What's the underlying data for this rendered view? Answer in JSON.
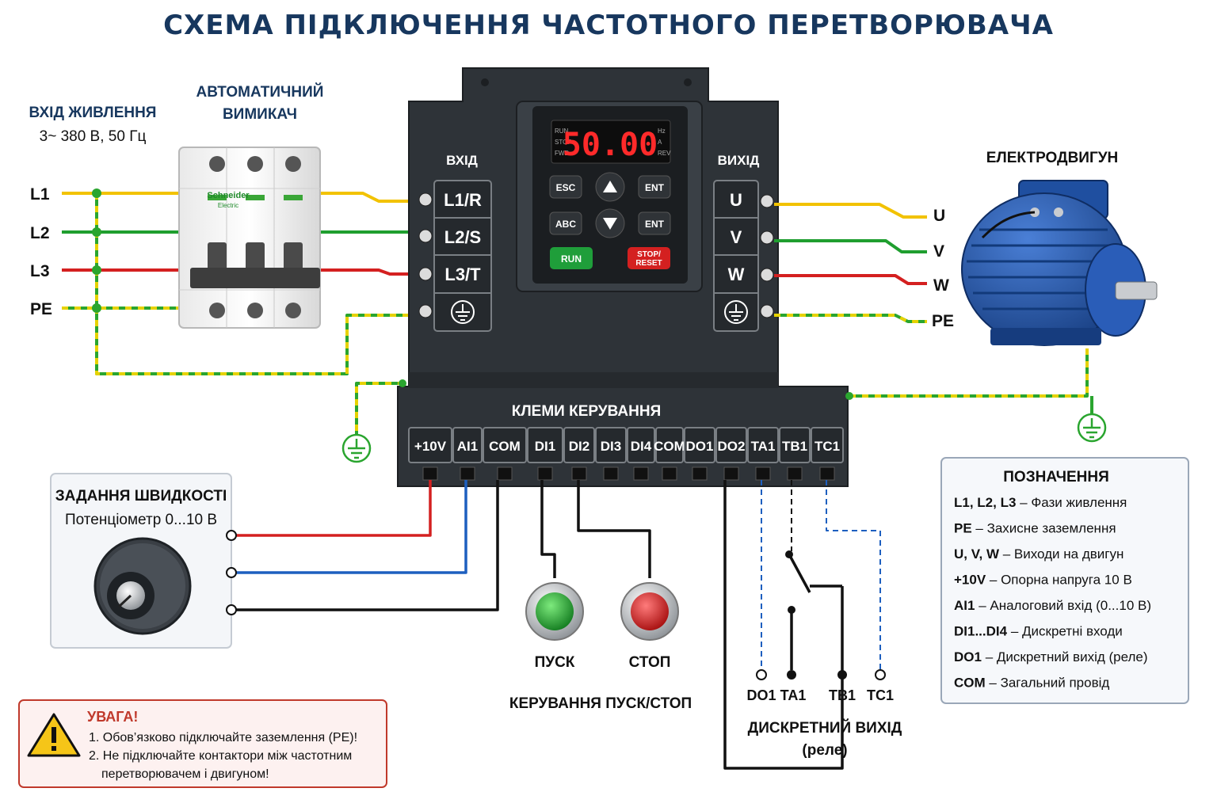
{
  "title": "СХЕМА ПІДКЛЮЧЕННЯ ЧАСТОТНОГО ПЕРЕТВОРЮВАЧА",
  "power_input": {
    "heading": "ВХІД ЖИВЛЕННЯ",
    "spec": "3~ 380 В, 50 Гц",
    "lines": [
      "L1",
      "L2",
      "L3",
      "PE"
    ]
  },
  "breaker": {
    "heading_line1": "АВТОМАТИЧНИЙ",
    "heading_line2": "ВИМИКАЧ",
    "brand_line1": "Schneider",
    "brand_line2": "Electric"
  },
  "vfd": {
    "input_label": "ВХІД",
    "output_label": "ВИХІД",
    "input_terminals": [
      "L1/R",
      "L2/S",
      "L3/T"
    ],
    "output_terminals": [
      "U",
      "V",
      "W"
    ],
    "display_value": "50.00",
    "indicators_left": [
      "RUN",
      "STOP",
      "FWD"
    ],
    "indicators_right": [
      "Hz",
      "A",
      "REV"
    ],
    "keys": {
      "esc": "ESC",
      "ent_top": "ENT",
      "abc": "ABC",
      "ent_bottom": "ENT",
      "run": "RUN",
      "stop_line1": "STOP/",
      "stop_line2": "RESET"
    },
    "control_block_title": "КЛЕМИ КЕРУВАННЯ",
    "control_terminals": [
      "+10V",
      "AI1",
      "COM",
      "DI1",
      "DI2",
      "DI3",
      "DI4",
      "COM",
      "DO1",
      "DO2",
      "TA1",
      "TB1",
      "TC1"
    ]
  },
  "motor": {
    "heading": "ЕЛЕКТРОДВИГУН",
    "lines": [
      "U",
      "V",
      "W",
      "PE"
    ]
  },
  "speed_setpoint": {
    "heading": "ЗАДАННЯ ШВИДКОСТІ",
    "subheading": "Потенціометр 0...10 В"
  },
  "start_stop": {
    "start_label": "ПУСК",
    "stop_label": "СТОП",
    "caption": "КЕРУВАННЯ ПУСК/СТОП"
  },
  "relay_output": {
    "terminals": [
      "DO1",
      "TA1",
      "TB1",
      "TC1"
    ],
    "caption_line1": "ДИСКРЕТНИЙ ВИХІД",
    "caption_line2": "(реле)"
  },
  "legend": {
    "heading": "ПОЗНАЧЕННЯ",
    "items": [
      {
        "term": "L1, L2, L3",
        "desc": " – Фази живлення"
      },
      {
        "term": "PE",
        "desc": "  –  Захисне заземлення"
      },
      {
        "term": "U, V, W",
        "desc": " – Виходи на двигун"
      },
      {
        "term": "+10V",
        "desc": " – Опорна напруга 10 В"
      },
      {
        "term": "AI1",
        "desc": "  – Аналоговий вхід (0...10 В)"
      },
      {
        "term": "DI1...DI4",
        "desc": " – Дискретні входи"
      },
      {
        "term": "DO1",
        "desc": " – Дискретний вихід (реле)"
      },
      {
        "term": "COM",
        "desc": " – Загальний провід"
      }
    ]
  },
  "warning": {
    "heading": "УВАГА!",
    "line1": "1. Обов’язково підключайте заземлення (PE)!",
    "line2": "2. Не підключайте контактори між частотним",
    "line3": "перетворювачем і двигуном!"
  },
  "colors": {
    "title": "#17375e",
    "phase_l1": "#f2c200",
    "phase_l2": "#1f9e2f",
    "phase_l3": "#d42020",
    "pe_green": "#2aa52f",
    "pe_yellow": "#e6d200",
    "vfd_body": "#2e3338",
    "wire_red": "#d42020",
    "wire_blue": "#1d5fbf",
    "wire_black": "#111111",
    "motor_blue": "#1f4fa0",
    "warning_border": "#c0392b"
  }
}
